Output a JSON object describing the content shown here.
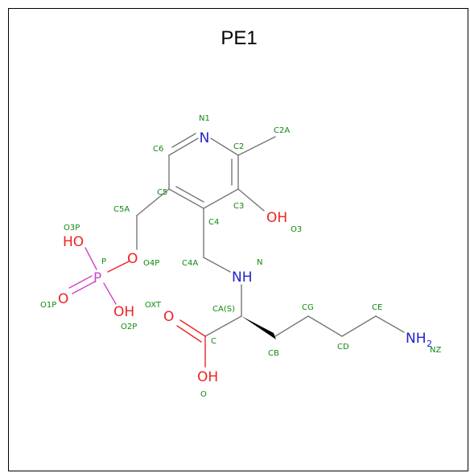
{
  "title": "PE1",
  "colors": {
    "carbon": "#777777",
    "nitrogen": "#2222cc",
    "oxygen": "#ee2222",
    "phosphorus": "#cc44cc",
    "label": "#118811",
    "frame": "#000000"
  },
  "atoms": {
    "n1": "N",
    "o3": "OH",
    "nh": "NH",
    "ho3p": "HO",
    "p": "P",
    "o4p": "O",
    "o1p": "O",
    "oh2p": "OH",
    "oxt": "O",
    "oh": "OH",
    "nh2": "NH",
    "nh2_sub": "2"
  },
  "labels": {
    "N1": "N1",
    "C2A": "C2A",
    "C6": "C6",
    "C2": "C2",
    "C5": "C5",
    "C3": "C3",
    "C4": "C4",
    "O3": "O3",
    "C5A": "C5A",
    "O3P": "O3P",
    "P": "P",
    "O4P": "O4P",
    "C4A": "C4A",
    "N": "N",
    "O1P": "O1P",
    "OXT": "OXT",
    "O2P": "O2P",
    "CA": "CA(S)",
    "CG": "CG",
    "CE": "CE",
    "C": "C",
    "CB": "CB",
    "CD": "CD",
    "NZ": "NZ",
    "O": "O"
  }
}
